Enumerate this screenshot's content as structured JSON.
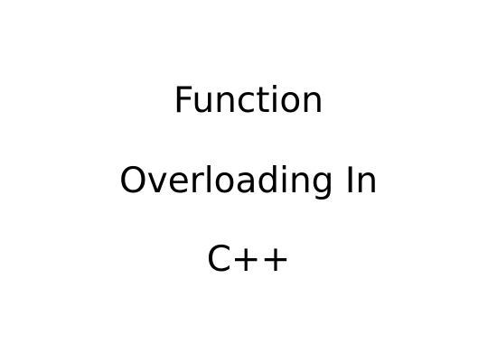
{
  "slide": {
    "title_lines": [
      "Function",
      "Overloading In",
      "C++"
    ],
    "background": "#ffffff",
    "text_color": "#000000"
  }
}
